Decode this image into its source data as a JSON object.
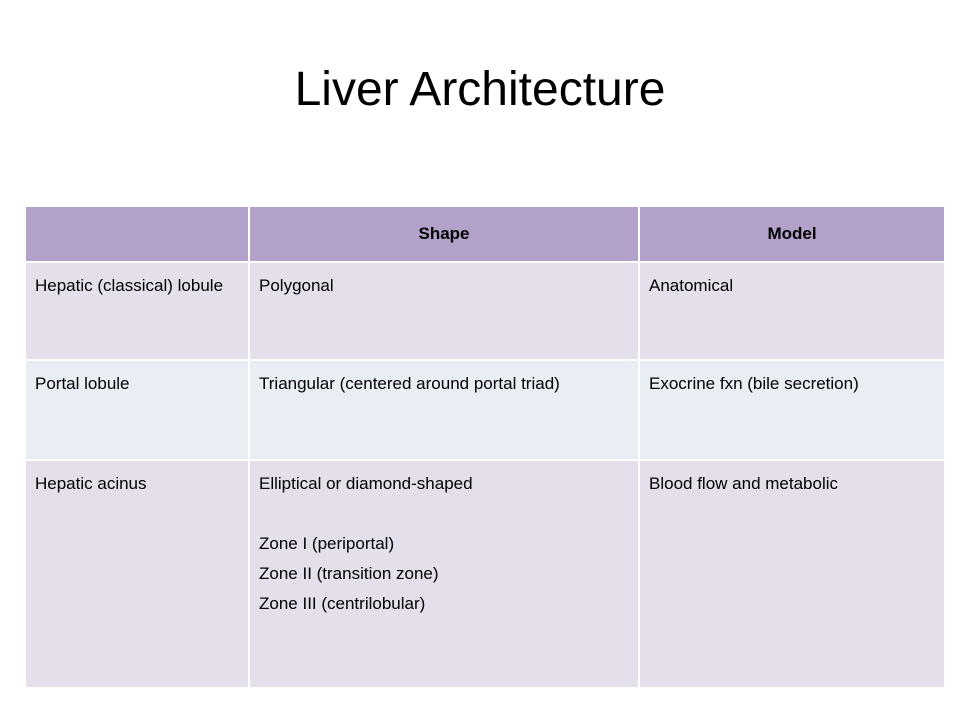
{
  "slide": {
    "title": "Liver Architecture"
  },
  "table": {
    "headers": [
      "",
      "Shape",
      "Model"
    ],
    "rows": [
      {
        "name": "Hepatic (classical) lobule",
        "shape": [
          "Polygonal"
        ],
        "model": "Anatomical"
      },
      {
        "name": "Portal lobule",
        "shape": [
          "Triangular (centered around portal triad)"
        ],
        "model": "Exocrine fxn (bile secretion)"
      },
      {
        "name": "Hepatic acinus",
        "shape": [
          "Elliptical or diamond-shaped",
          "",
          "Zone I (periportal)",
          "Zone II (transition zone)",
          "Zone III (centrilobular)"
        ],
        "model": "Blood flow and metabolic"
      }
    ]
  },
  "colors": {
    "header_bg": "#b2a2c9",
    "row_odd_bg": "#e5dfec",
    "row_even_bg": "#e9edf4"
  }
}
